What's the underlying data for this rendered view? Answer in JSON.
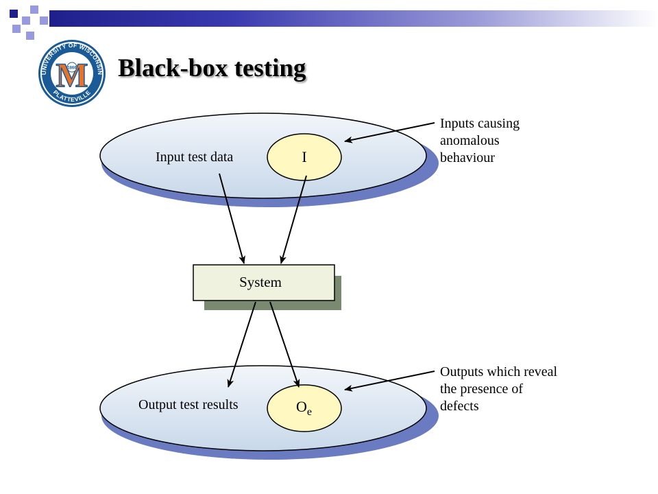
{
  "slide": {
    "title": "Black-box testing",
    "colors": {
      "accent_dark": "#1f1f8c",
      "accent_light": "#9999dd",
      "logo_orange": "#e8722a",
      "logo_blue": "#1a5a96"
    }
  },
  "logo": {
    "ring_text_top": "UNIVERSITY OF WISCONSIN",
    "ring_text_bottom": "PLATTEVILLE",
    "year": "1866",
    "letter": "M"
  },
  "diagram": {
    "input_set_label": "Input test data",
    "input_subset_label": "I",
    "system_label": "System",
    "output_set_label": "Output test results",
    "output_subset_label": "O",
    "output_subset_subscript": "e",
    "input_annotation_lines": [
      "Inputs causing",
      "anomalous",
      "behaviour"
    ],
    "output_annotation_lines": [
      "Outputs which reveal",
      "the presence of",
      "defects"
    ]
  }
}
